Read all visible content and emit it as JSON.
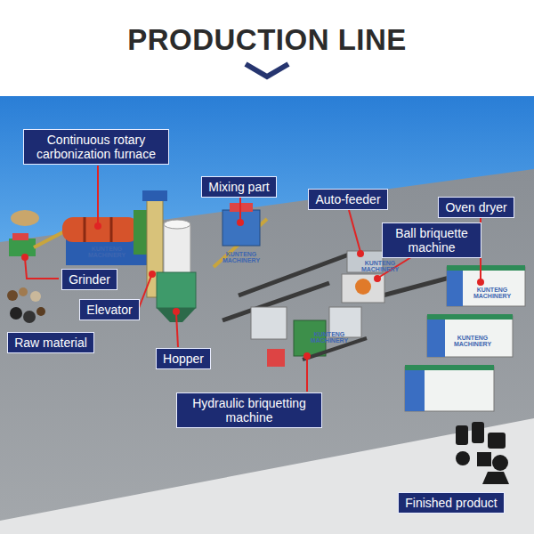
{
  "diagram": {
    "title": "PRODUCTION LINE",
    "nodes": [
      {
        "text": [
          "Continuous rotary carbonization furnace"
        ]
      },
      {
        "text": [
          "Mixing part"
        ]
      },
      {
        "text": [
          "Auto-feeder"
        ]
      },
      {
        "text": [
          "Oven dryer"
        ]
      },
      {
        "text": [
          "Ball briquette machine"
        ]
      },
      {
        "text": [
          "Grinder"
        ]
      },
      {
        "text": [
          "Elevator"
        ]
      },
      {
        "text": [
          "Raw material"
        ]
      },
      {
        "text": [
          "Hopper"
        ]
      },
      {
        "text": [
          "Hydraulic briquetting machine"
        ]
      },
      {
        "text": [
          "Finished product"
        ]
      }
    ],
    "labels": [
      "KUNTENG MACHINERY",
      "KUNTENG MACHINERY",
      "KUNTENG MACHINERY",
      "KUNTENG MACHINERY",
      "KUNTENG MACHINERY",
      "KUNTENG MACHINERY"
    ]
  }
}
